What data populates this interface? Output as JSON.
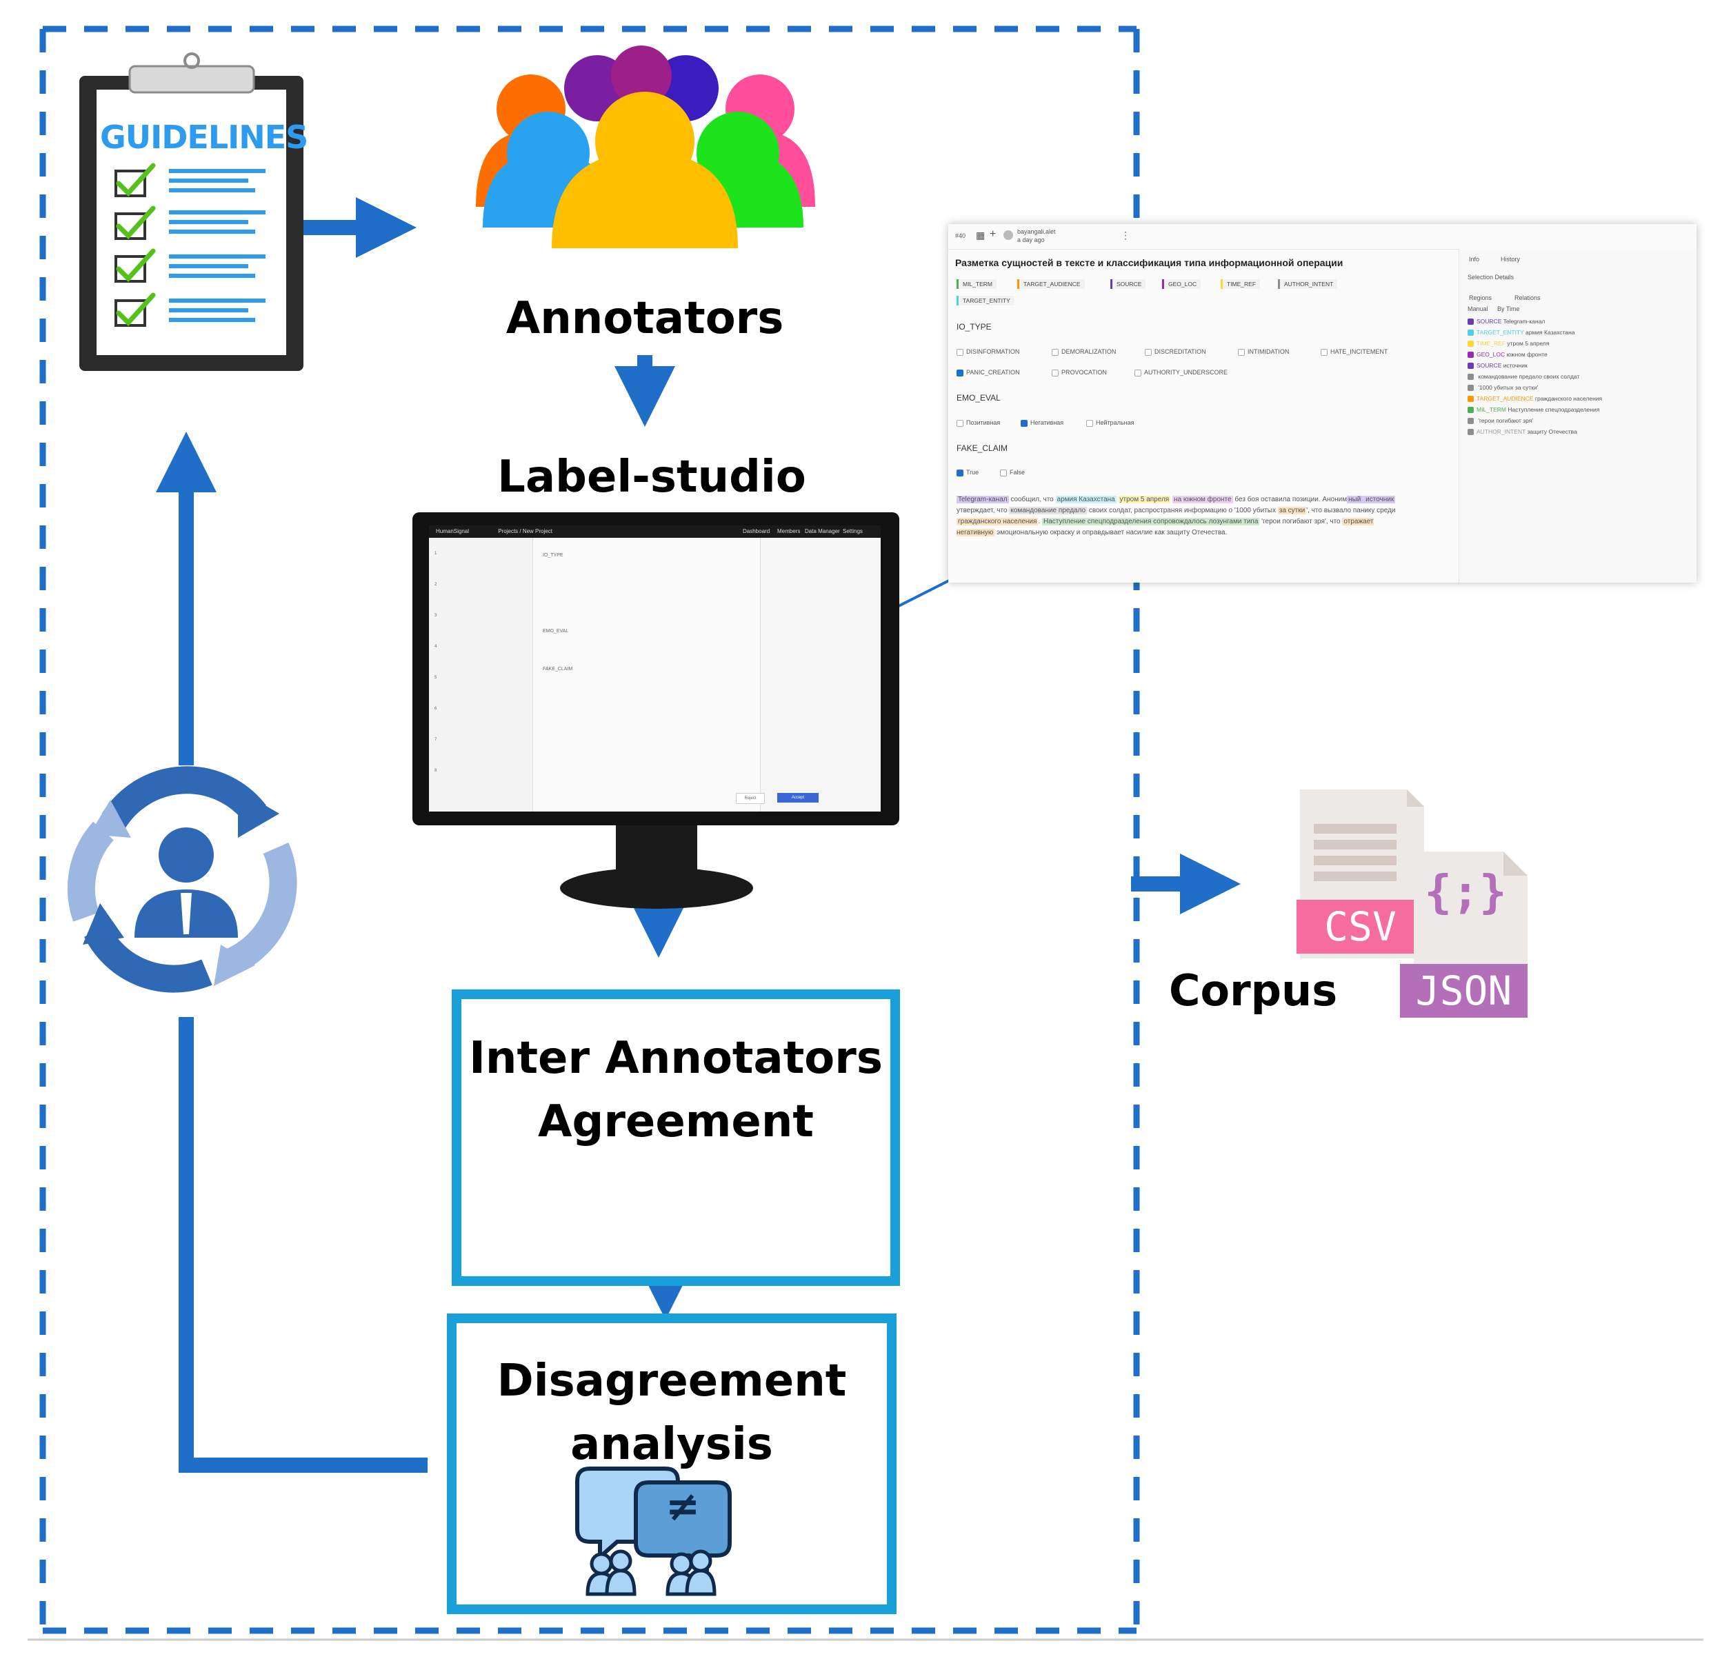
{
  "guidelines": {
    "title": "GUIDELINES"
  },
  "annotators": {
    "label": "Annotators"
  },
  "tool": {
    "label": "Label-studio",
    "screen": {
      "brand": "HumanSignal",
      "nav": "Projects / New Project",
      "menu": [
        "Dashboard",
        "Members",
        "Data Manager",
        "Settings"
      ],
      "rows": [
        "1",
        "2",
        "3",
        "4",
        "5",
        "6",
        "7",
        "8"
      ],
      "buttons": {
        "reject": "Reject",
        "accept": "Accept"
      }
    }
  },
  "ls_panel": {
    "topbar": {
      "count": "#40",
      "user": "bayangali.alet",
      "time": "a day ago"
    },
    "title": "Разметка сущностей в тексте и классификация типа информационной операции",
    "labels": [
      {
        "text": "MIL_TERM",
        "color": "#4caf50"
      },
      {
        "text": "TARGET_AUDIENCE",
        "color": "#ff9800"
      },
      {
        "text": "SOURCE",
        "color": "#673ab7"
      },
      {
        "text": "GEO_LOC",
        "color": "#9c27b0"
      },
      {
        "text": "TIME_REF",
        "color": "#fdd835"
      },
      {
        "text": "AUTHOR_INTENT",
        "color": "#8d8d8d"
      },
      {
        "text": "TARGET_ENTITY",
        "color": "#4dd0e1"
      }
    ],
    "io_type": {
      "heading": "IO_TYPE",
      "options": [
        "DISINFORMATION",
        "DEMORALIZATION",
        "DISCREDITATION",
        "INTIMIDATION",
        "HATE_INCITEMENT",
        "PANIC_CREATION",
        "PROVOCATION",
        "AUTHORITY_UNDERSCORE"
      ]
    },
    "emo_eval": {
      "heading": "EMO_EVAL",
      "options": [
        "Позитивная",
        "Негативная",
        "Нейтральная"
      ]
    },
    "fake_claim": {
      "heading": "FAKE_CLAIM",
      "options": [
        "True",
        "False"
      ]
    },
    "text": {
      "t1": "Telegram-канал",
      "t2": " сообщил, что ",
      "t3": "армия Казахстана",
      "t4": " ",
      "t5": "утром 5 апреля",
      "t6": " ",
      "t7": "на южном фронте",
      "t8": " без боя оставила позиции. ",
      "t9": "Аноним",
      "t10": "ный ",
      "t11": "источник",
      "t12": " утверждает, что ",
      "t13": "командование предало",
      "t14": " своих солдат, распространяя информацию о '1000 убитых ",
      "t15": "за сутки",
      "t16": "', что вызвало панику среди ",
      "t17": "гражданского населения",
      "t18": ". ",
      "t19": "Наступление спецподразделения сопровождалось лозунгами типа",
      "t20": " 'герои погибают зря', что ",
      "t21": "отражает негативную",
      "t22": " эмоциональную окраску и оправдывает насилие как защиту Отечества."
    },
    "side": {
      "tabs": [
        "Info",
        "History"
      ],
      "details": "Selection Details",
      "rtabs": [
        "Regions",
        "Relations"
      ],
      "controls": [
        "Manual",
        "By Time"
      ],
      "regions": [
        {
          "label": "SOURCE",
          "text": "Telegram-канал",
          "color": "#673ab7"
        },
        {
          "label": "TARGET_ENTITY",
          "text": "армия Казахстана",
          "color": "#4dd0e1"
        },
        {
          "label": "TIME_REF",
          "text": "утром 5 апреля",
          "color": "#fdd835"
        },
        {
          "label": "GEO_LOC",
          "text": "южном фронте",
          "color": "#9c27b0"
        },
        {
          "label": "SOURCE",
          "text": "источник",
          "color": "#673ab7"
        },
        {
          "label": "",
          "text": "командование предало своих солдат",
          "color": "#8d8d8d"
        },
        {
          "label": "",
          "text": "'1000 убитых за сутки'",
          "color": "#8d8d8d"
        },
        {
          "label": "TARGET_AUDIENCE",
          "text": "гражданского населения",
          "color": "#ff9800"
        },
        {
          "label": "MIL_TERM",
          "text": "Наступление спецподразделения",
          "color": "#4caf50"
        },
        {
          "label": "",
          "text": "'герои погибают зря'",
          "color": "#8d8d8d"
        },
        {
          "label": "AUTHOR_INTENT",
          "text": "защиту Отечества",
          "color": "#8d8d8d"
        }
      ]
    }
  },
  "iaa": {
    "line1": "Inter Annotators",
    "line2": "Agreement"
  },
  "disagreement": {
    "line1": "Disagreement",
    "line2": "analysis",
    "symbol": "≠"
  },
  "corpus": {
    "label": "Corpus",
    "csv": "CSV",
    "json": "JSON",
    "json_icon": "{;}"
  },
  "colors": {
    "arrow": "#1f6fc9",
    "box_border": "#1aa0d8",
    "dash": "#1f6fc9"
  }
}
